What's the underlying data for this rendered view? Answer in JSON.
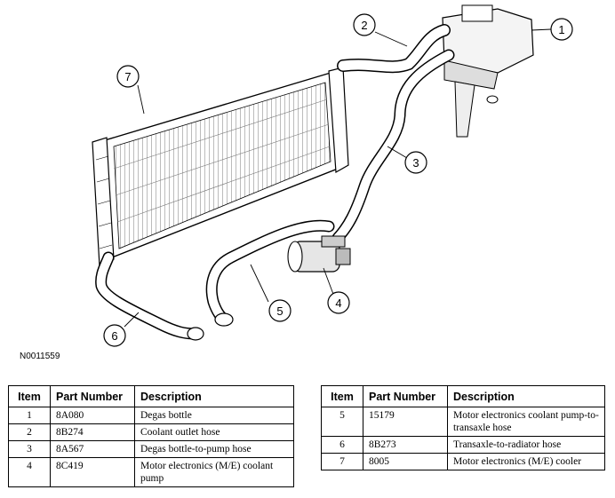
{
  "figure_id": "N0011559",
  "callouts": [
    "1",
    "2",
    "3",
    "4",
    "5",
    "6",
    "7"
  ],
  "table_headers": {
    "item": "Item",
    "part_number": "Part Number",
    "description": "Description"
  },
  "table_left": [
    {
      "item": "1",
      "part_number": "8A080",
      "description": "Degas bottle"
    },
    {
      "item": "2",
      "part_number": "8B274",
      "description": "Coolant outlet hose"
    },
    {
      "item": "3",
      "part_number": "8A567",
      "description": "Degas bottle-to-pump hose"
    },
    {
      "item": "4",
      "part_number": "8C419",
      "description": "Motor electronics (M/E) coolant pump"
    }
  ],
  "table_right": [
    {
      "item": "5",
      "part_number": "15179",
      "description": "Motor electronics coolant pump-to-transaxle hose"
    },
    {
      "item": "6",
      "part_number": "8B273",
      "description": "Transaxle-to-radiator hose"
    },
    {
      "item": "7",
      "part_number": "8005",
      "description": "Motor electronics (M/E) cooler"
    }
  ]
}
